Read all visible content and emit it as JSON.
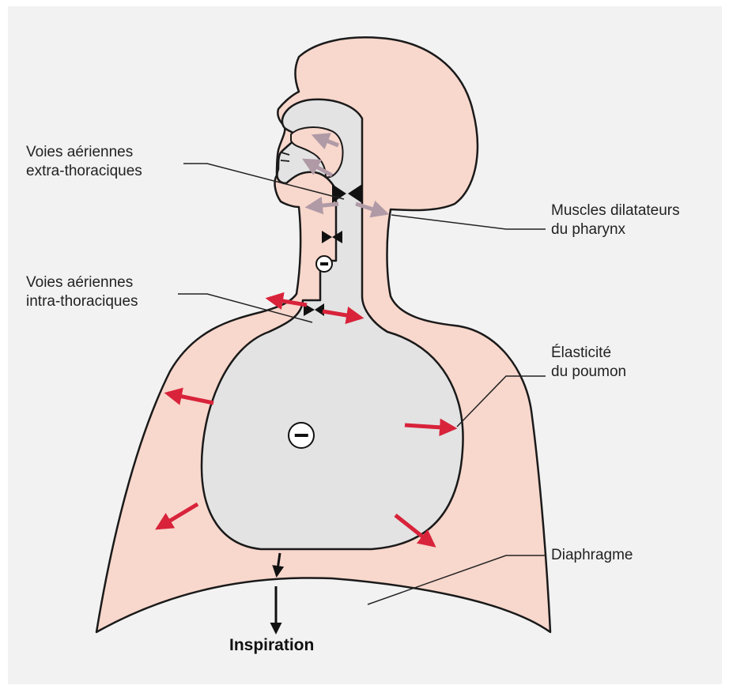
{
  "labels": {
    "extra_thoracic": [
      "Voies aériennes",
      "extra-thoraciques"
    ],
    "intra_thoracic": [
      "Voies aériennes",
      "intra-thoraciques"
    ],
    "muscles": [
      "Muscles dilatateurs",
      "du pharynx"
    ],
    "elasticity": [
      "Élasticité",
      "du poumon"
    ],
    "diaphragm": "Diaphragme",
    "inspiration": "Inspiration"
  },
  "colors": {
    "background": "#f2f2f2",
    "body_fill": "#f8d7cc",
    "airway_fill": "#e3e3e3",
    "force_arrow": "#d8233a",
    "muscle_arrow": "#b09aa6",
    "outline": "#1a1a1a"
  },
  "icons": [
    "negative-pressure-icon",
    "airway-valve-icon"
  ]
}
